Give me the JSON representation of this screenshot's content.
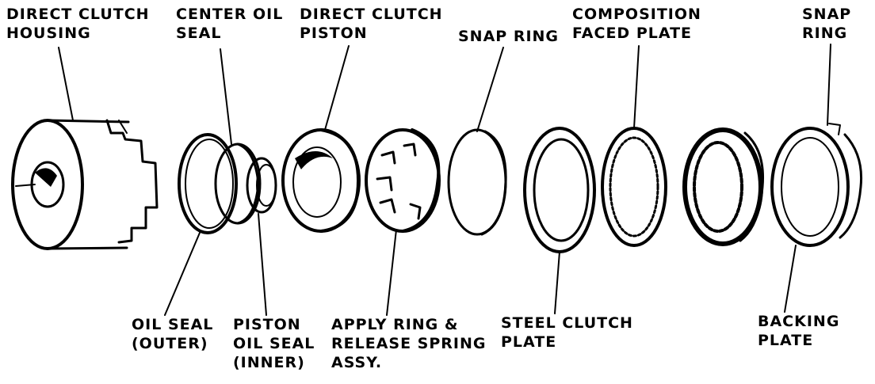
{
  "labels": {
    "direct_clutch_housing": [
      "DIRECT CLUTCH",
      "HOUSING"
    ],
    "center_oil_seal": [
      "CENTER OIL",
      "SEAL"
    ],
    "direct_clutch_piston": [
      "DIRECT CLUTCH",
      "PISTON"
    ],
    "snap_ring_1": [
      "SNAP RING"
    ],
    "composition_faced_plate": [
      "COMPOSITION",
      "FACED PLATE"
    ],
    "snap_ring_2": [
      "SNAP",
      "RING"
    ],
    "oil_seal_outer": [
      "OIL SEAL",
      "(OUTER)"
    ],
    "piston_oil_seal_inner": [
      "PISTON",
      "OIL SEAL",
      "(INNER)"
    ],
    "apply_ring_release_spring": [
      "APPLY RING &",
      "RELEASE SPRING",
      "ASSY."
    ],
    "steel_clutch_plate": [
      "STEEL CLUTCH",
      "PLATE"
    ],
    "backing_plate": [
      "BACKING",
      "PLATE"
    ]
  },
  "colors": {
    "ink": "#000000",
    "paper": "#ffffff"
  }
}
